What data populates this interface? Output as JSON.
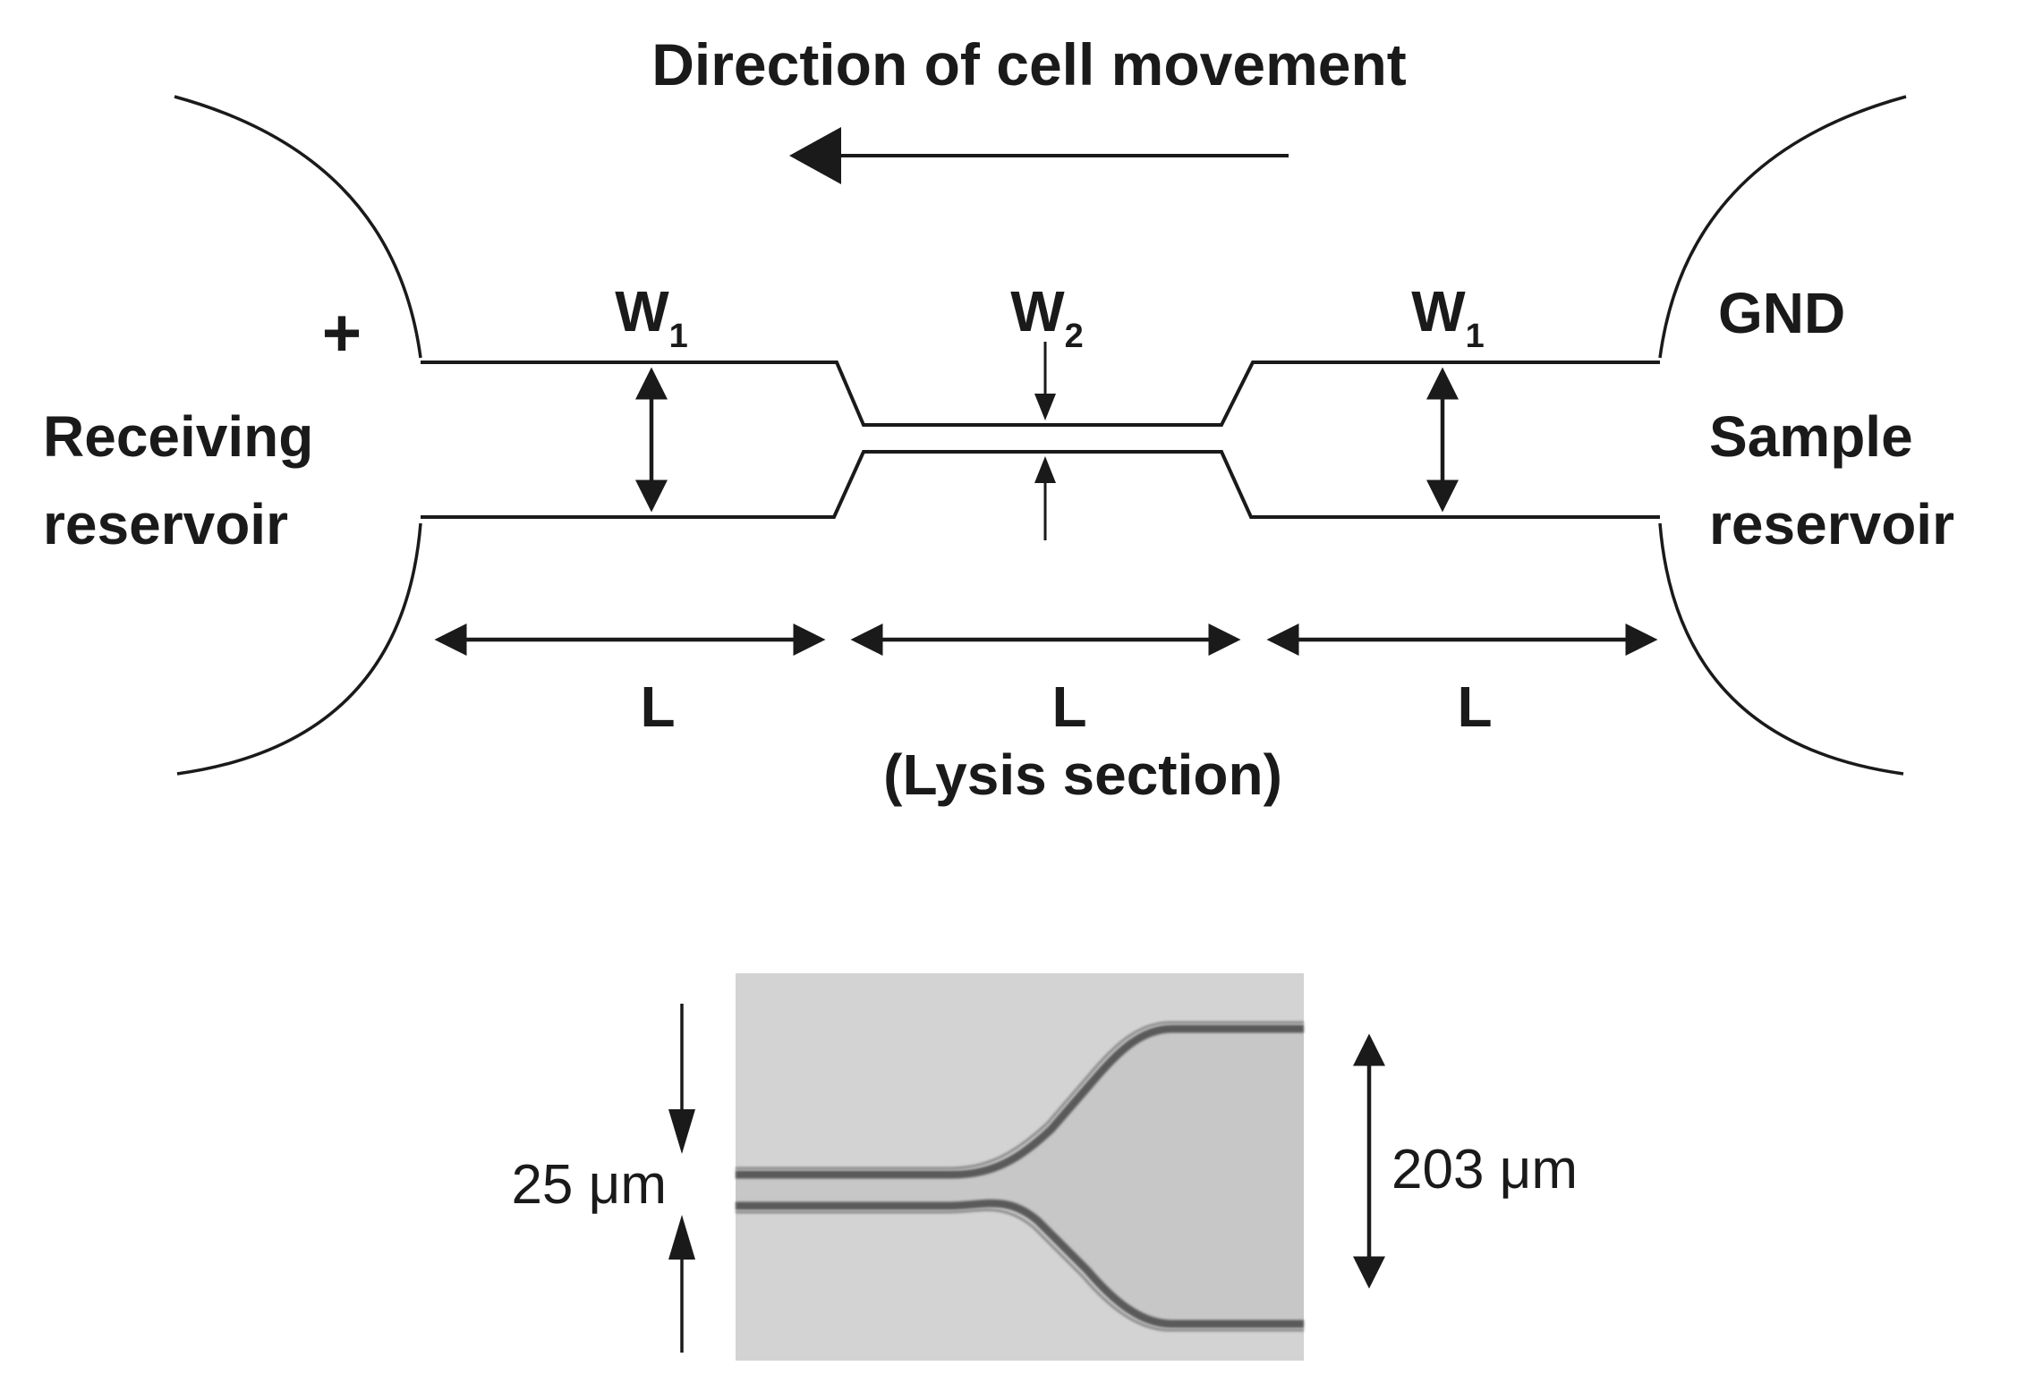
{
  "diagram": {
    "title": "Direction of cell movement",
    "plus_sign": "+",
    "gnd_label": "GND",
    "left_reservoir": {
      "line1": "Receiving",
      "line2": "reservoir"
    },
    "right_reservoir": {
      "line1": "Sample",
      "line2": "reservoir"
    },
    "width_labels": {
      "left": {
        "main": "W",
        "sub": "1"
      },
      "center": {
        "main": "W",
        "sub": "2"
      },
      "right": {
        "main": "W",
        "sub": "1"
      }
    },
    "length_labels": {
      "left": "L",
      "center": "L",
      "right": "L"
    },
    "lysis_label": "(Lysis section)"
  },
  "micrograph": {
    "narrow_width": "25 μm",
    "wide_width": "203 μm"
  },
  "colors": {
    "line": "#1a1a1a",
    "photo_background": "#d2d2d2",
    "channel_interior": "#c6c6c6",
    "channel_edge": "#5a5a5a"
  }
}
